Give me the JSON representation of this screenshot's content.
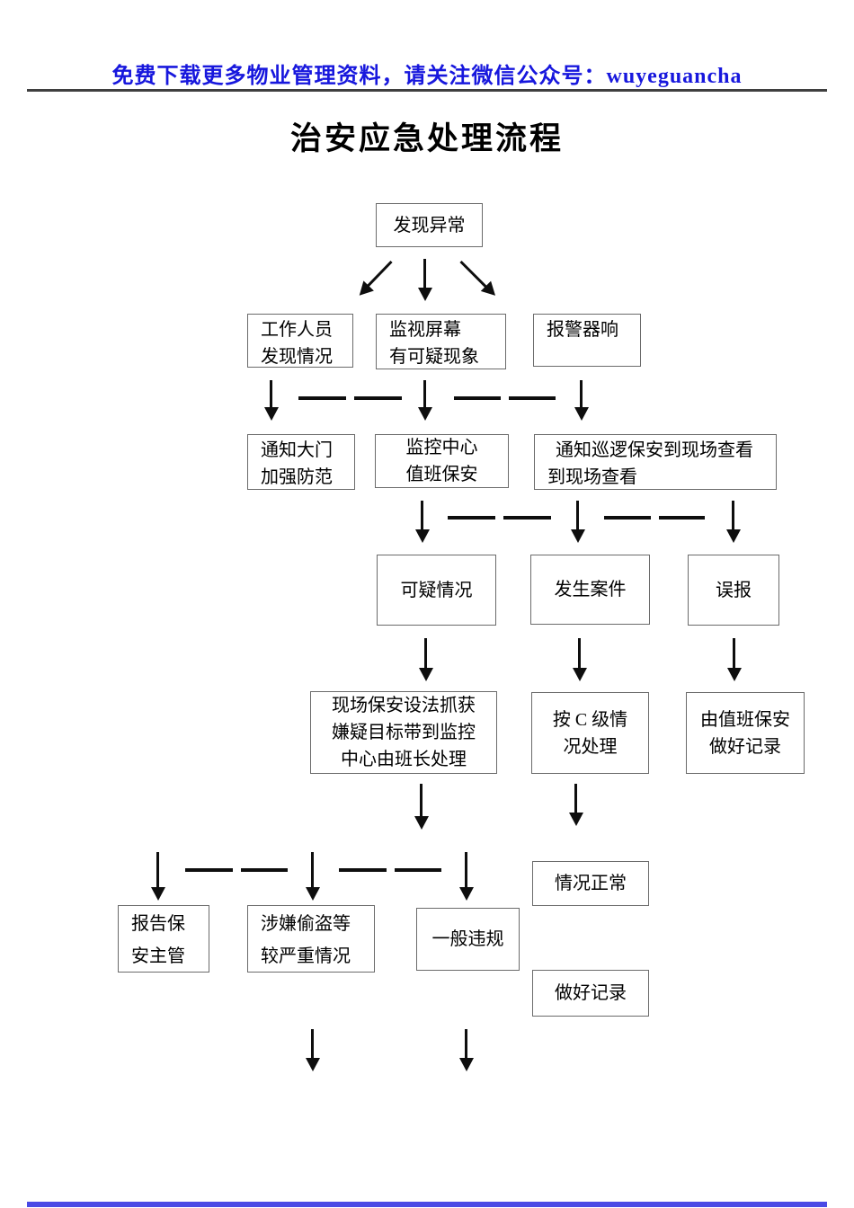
{
  "page": {
    "header_notice": "免费下载更多物业管理资料，请关注微信公众号：wuyeguancha",
    "title": "治安应急处理流程"
  },
  "colors": {
    "notice_blue": "#1717dd",
    "ink": "#0e0e0e",
    "box_border": "#6b6b6b",
    "rule_gray": "#3f3f3f"
  },
  "flowchart": {
    "nodes": {
      "discover_abnormal": {
        "lines": [
          "发现异常"
        ]
      },
      "staff_finds": {
        "lines": [
          "工作人员",
          "发现情况"
        ]
      },
      "monitor_screen": {
        "lines": [
          "监视屏幕",
          "有可疑现象"
        ]
      },
      "alarm_sounds": {
        "lines": [
          "报警器响"
        ]
      },
      "notify_gate": {
        "lines": [
          "通知大门",
          "加强防范"
        ]
      },
      "control_center": {
        "lines": [
          "监控中心",
          "值班保安"
        ]
      },
      "notify_patrol": {
        "lines": [
          "通知巡逻保安到现场查看",
          "到现场查看"
        ]
      },
      "suspicious_case": {
        "lines": [
          "可疑情况"
        ]
      },
      "case_occurs": {
        "lines": [
          "发生案件"
        ]
      },
      "false_alarm": {
        "lines": [
          "误报"
        ]
      },
      "onsite_capture": {
        "lines": [
          "现场保安设法抓获",
          "嫌疑目标带到监控",
          "中心由班长处理"
        ]
      },
      "level_c_handling": {
        "lines": [
          "按 C 级情",
          "况处理"
        ]
      },
      "duty_guard_record": {
        "lines": [
          "由值班保安",
          "做好记录"
        ]
      },
      "situation_normal": {
        "lines": [
          "情况正常"
        ]
      },
      "report_supervisor": {
        "lines": [
          "报告保",
          "安主管"
        ]
      },
      "theft_serious": {
        "lines": [
          "涉嫌偷盗等",
          "较严重情况"
        ]
      },
      "general_violation": {
        "lines": [
          "一般违规"
        ]
      },
      "make_record": {
        "lines": [
          "做好记录"
        ]
      }
    }
  }
}
